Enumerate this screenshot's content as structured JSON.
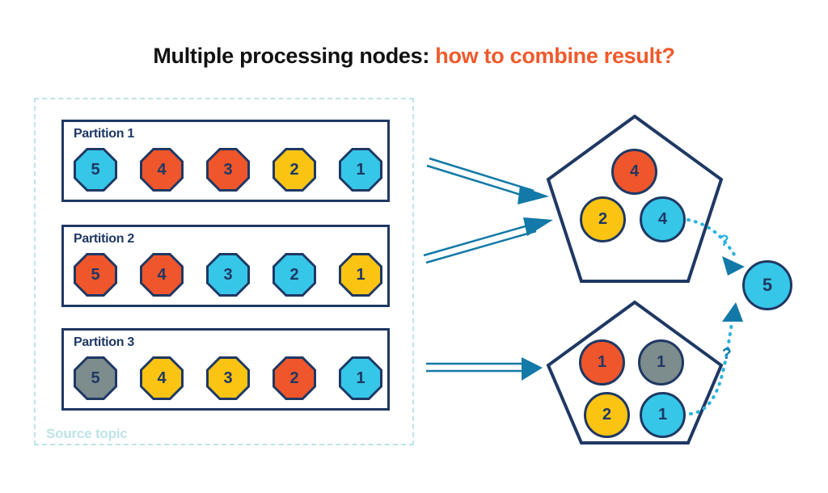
{
  "title": {
    "main": "Multiple processing nodes: ",
    "accent": "how to combine result?"
  },
  "colors": {
    "cyan": "#36C6E8",
    "orange": "#F0562B",
    "yellow": "#FBC412",
    "gray": "#7D8C8C",
    "navy": "#1F3864",
    "arrow_teal": "#1279A8",
    "dotted_cyan": "#2BB3DC",
    "dashed_border": "#BEE3E8"
  },
  "source_topic": {
    "label": "Source topic",
    "partitions": [
      {
        "label": "Partition 1",
        "items": [
          {
            "value": "5",
            "color": "cyan"
          },
          {
            "value": "4",
            "color": "orange"
          },
          {
            "value": "3",
            "color": "orange"
          },
          {
            "value": "2",
            "color": "yellow"
          },
          {
            "value": "1",
            "color": "cyan"
          }
        ]
      },
      {
        "label": "Partition 2",
        "items": [
          {
            "value": "5",
            "color": "orange"
          },
          {
            "value": "4",
            "color": "orange"
          },
          {
            "value": "3",
            "color": "cyan"
          },
          {
            "value": "2",
            "color": "cyan"
          },
          {
            "value": "1",
            "color": "yellow"
          }
        ]
      },
      {
        "label": "Partition 3",
        "items": [
          {
            "value": "5",
            "color": "gray"
          },
          {
            "value": "4",
            "color": "yellow"
          },
          {
            "value": "3",
            "color": "yellow"
          },
          {
            "value": "2",
            "color": "orange"
          },
          {
            "value": "1",
            "color": "cyan"
          }
        ]
      }
    ]
  },
  "processing_nodes": [
    {
      "name": "node-top",
      "circles": [
        {
          "value": "4",
          "color": "orange"
        },
        {
          "value": "2",
          "color": "yellow"
        },
        {
          "value": "4",
          "color": "cyan"
        }
      ]
    },
    {
      "name": "node-bottom",
      "circles": [
        {
          "value": "1",
          "color": "orange"
        },
        {
          "value": "1",
          "color": "gray"
        },
        {
          "value": "2",
          "color": "yellow"
        },
        {
          "value": "1",
          "color": "cyan"
        }
      ]
    }
  ],
  "result": {
    "value": "5",
    "color": "cyan"
  },
  "question_marks": [
    {
      "name": "question-mark-top",
      "text": "?"
    },
    {
      "name": "question-mark-bottom",
      "text": "?"
    }
  ]
}
